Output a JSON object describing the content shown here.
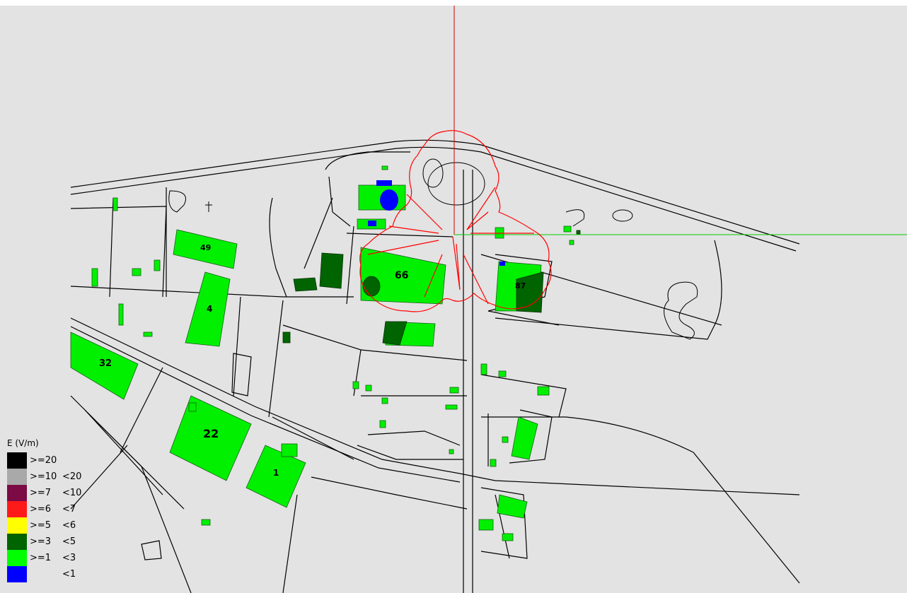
{
  "legend": {
    "title": "E (V/m)",
    "items": [
      {
        "color": "#000000",
        "low": ">=20",
        "high": ""
      },
      {
        "color": "#a9a9a9",
        "low": ">=10",
        "high": "<20"
      },
      {
        "color": "#7b0a45",
        "low": ">=7",
        "high": "<10"
      },
      {
        "color": "#ff1a1a",
        "low": ">=6",
        "high": "<7"
      },
      {
        "color": "#ffff00",
        "low": ">=5",
        "high": "<6"
      },
      {
        "color": "#006400",
        "low": ">=3",
        "high": "<5"
      },
      {
        "color": "#00ff00",
        "low": ">=1",
        "high": "<3"
      },
      {
        "color": "#0000ff",
        "low": "",
        "high": "<1"
      }
    ]
  },
  "buildings": {
    "b49": "49",
    "b4": "4",
    "b32": "32",
    "b22": "22",
    "b1": "1",
    "b66": "66",
    "b87": "87"
  },
  "colors": {
    "background": "#e3e3e3",
    "road": "#000000",
    "crosshair_vertical": "#cc0000",
    "crosshair_horizontal": "#00cc00",
    "contour": "#ff0000"
  }
}
